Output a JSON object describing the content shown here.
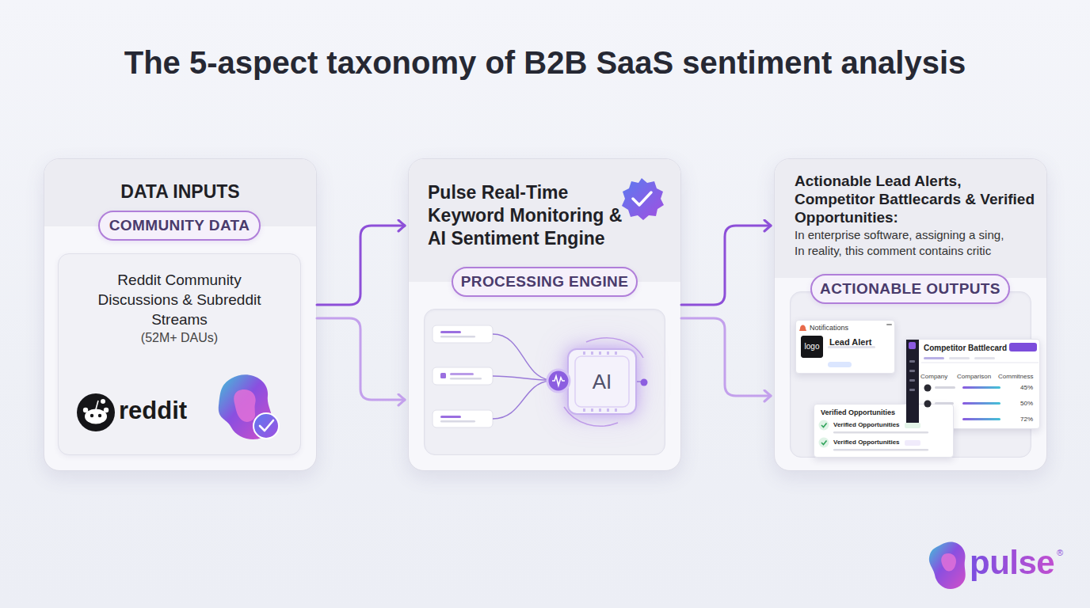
{
  "diagram": {
    "title": "The 5-aspect taxonomy of B2B SaaS sentiment analysis",
    "nodes": [
      {
        "text": [
          "DATA INPUTS"
        ]
      },
      {
        "text": [
          "COMMUNITY DATA"
        ],
        "in": 0
      },
      {
        "text": [
          "Reddit Community Discussions & Subreddit Streams",
          "(52M+ DAUs)"
        ],
        "in": 0
      },
      {
        "text": [
          "Pulse Real-Time Keyword Monitoring & AI Sentiment Engine"
        ]
      },
      {
        "text": [
          "PROCESSING ENGINE"
        ],
        "in": 3
      },
      {
        "text": [
          "AI"
        ],
        "in": 3
      },
      {
        "text": [
          "Actionable Lead Alerts, Competitor Battlecards & Verified Opportunities:",
          "In enterprise software, assigning a sing,",
          "In reality, this comment contains critic"
        ]
      },
      {
        "text": [
          "ACTIONABLE OUTPUTS"
        ],
        "in": 6
      },
      {
        "text": [
          "Notifications",
          "Lead Alert"
        ],
        "in": 6
      },
      {
        "text": [
          "logo"
        ],
        "in": 8
      },
      {
        "text": [
          "Competitor Battlecard"
        ],
        "in": 6
      },
      {
        "text": [
          "Verified Opportunities"
        ],
        "in": 6
      }
    ],
    "edges": [
      {
        "from": 0,
        "to": 3,
        "arrow": "to"
      },
      {
        "from": 0,
        "to": 3,
        "arrow": "to"
      },
      {
        "from": 3,
        "to": 6,
        "arrow": "to"
      },
      {
        "from": 3,
        "to": 6,
        "arrow": "to"
      }
    ],
    "labels": [
      "reddit",
      "Company",
      "Comparison",
      "Commitness",
      "45%",
      "50%",
      "72%",
      "Verified Opportunities",
      "Verified Opportunities",
      "pulse",
      "®"
    ]
  }
}
